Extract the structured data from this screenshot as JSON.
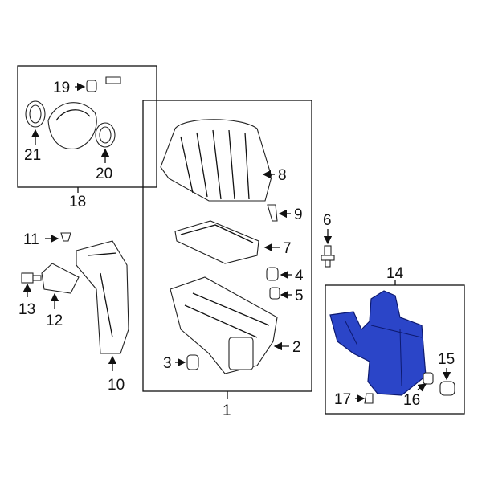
{
  "diagram": {
    "highlight_color": "#2b45c8",
    "callouts": {
      "c1": "1",
      "c2": "2",
      "c3": "3",
      "c4": "4",
      "c5": "5",
      "c6": "6",
      "c7": "7",
      "c8": "8",
      "c9": "9",
      "c10": "10",
      "c11": "11",
      "c12": "12",
      "c13": "13",
      "c14": "14",
      "c15": "15",
      "c16": "16",
      "c17": "17",
      "c18": "18",
      "c19": "19",
      "c20": "20",
      "c21": "21"
    }
  }
}
